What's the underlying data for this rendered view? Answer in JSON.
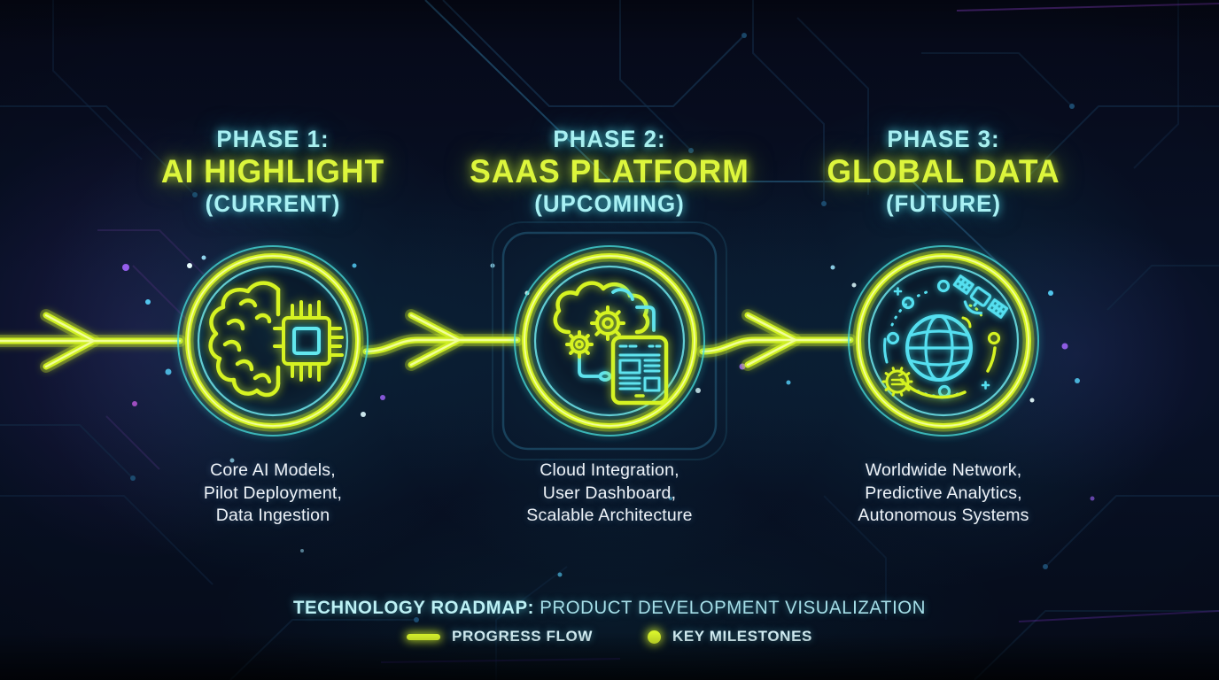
{
  "footer": {
    "title_strong": "TECHNOLOGY ROADMAP:",
    "title_rest": " PRODUCT DEVELOPMENT VISUALIZATION"
  },
  "legend": [
    {
      "swatch": "line",
      "icon": "progress-flow-swatch",
      "label": "PROGRESS FLOW"
    },
    {
      "swatch": "dot",
      "icon": "key-milestones-swatch",
      "label": "KEY MILESTONES"
    }
  ],
  "phases": [
    {
      "label": "PHASE 1:",
      "title": "AI HIGHLIGHT",
      "status": "(CURRENT)",
      "icon": "brain-chip-icon",
      "items": [
        "Core AI Models,",
        "Pilot Deployment,",
        "Data Ingestion"
      ]
    },
    {
      "label": "PHASE 2:",
      "title": "SAAS PLATFORM",
      "status": "(UPCOMING)",
      "icon": "cloud-gears-dashboard-icon",
      "items": [
        "Cloud Integration,",
        "User Dashboard,",
        "Scalable Architecture"
      ]
    },
    {
      "label": "PHASE 3:",
      "title": "GLOBAL DATA",
      "status": "(FUTURE)",
      "icon": "globe-satellite-icon",
      "items": [
        "Worldwide Network,",
        "Predictive Analytics,",
        "Autonomous Systems"
      ]
    }
  ],
  "colors": {
    "accent_green": "#d6f321",
    "accent_cyan": "#54dff0",
    "text_cyan": "#a9f1f4",
    "text_white": "#eef3f8",
    "background": "#081126",
    "circuit_trace": "#16324f",
    "sparkle_purple": "#a366ff"
  }
}
